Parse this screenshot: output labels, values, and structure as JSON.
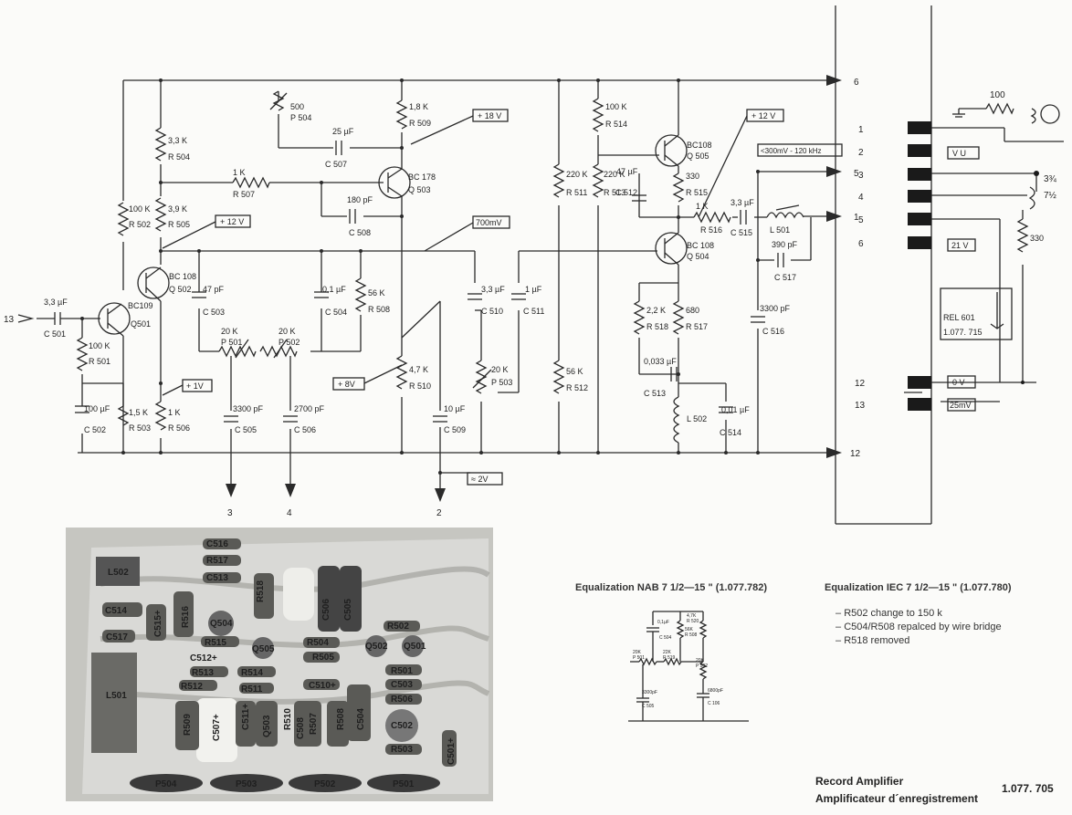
{
  "connector_pins": {
    "pins": [
      {
        "number": "1",
        "label": ""
      },
      {
        "number": "2",
        "label": "V U"
      },
      {
        "number": "3",
        "label": ""
      },
      {
        "number": "4",
        "label": ""
      },
      {
        "number": "5",
        "label": ""
      },
      {
        "number": "6",
        "label": "21 V"
      },
      {
        "number": "12",
        "label": "0 V"
      },
      {
        "number": "13",
        "label": "25mV"
      }
    ],
    "speed_labels": [
      "3¾",
      "7½"
    ],
    "resistor_value": "330",
    "input_resistor": "100"
  },
  "relay": {
    "name": "REL 601",
    "part": "1.077. 715"
  },
  "voltage_tags": {
    "plus18": "+ 18 V",
    "plus12a": "+ 12 V",
    "plus12b": "+ 12 V",
    "mv700": "700mV",
    "plus1": "+ 1V",
    "plus8": "+ 8V",
    "bias": "<300mV - 120 kHz",
    "dc2": "≈ 2V"
  },
  "transistors": [
    {
      "name": "BC109",
      "ref": "Q501"
    },
    {
      "name": "BC 108",
      "ref": "Q 502"
    },
    {
      "name": "BC 178",
      "ref": "Q 503"
    },
    {
      "name": "BC108",
      "ref": "Q 505"
    },
    {
      "name": "BC 108",
      "ref": "Q 504"
    }
  ],
  "resistors": [
    {
      "value": "3,3 K",
      "ref": "R 504"
    },
    {
      "value": "3,9 K",
      "ref": "R 505"
    },
    {
      "value": "100 K",
      "ref": "R 502"
    },
    {
      "value": "100 K",
      "ref": "R 501"
    },
    {
      "value": "1,5 K",
      "ref": "R 503"
    },
    {
      "value": "1 K",
      "ref": "R 506"
    },
    {
      "value": "1 K",
      "ref": "R 507"
    },
    {
      "value": "1,8 K",
      "ref": "R 509"
    },
    {
      "value": "56 K",
      "ref": "R 508"
    },
    {
      "value": "4,7 K",
      "ref": "R 510"
    },
    {
      "value": "220 K",
      "ref": "R 511"
    },
    {
      "value": "56 K",
      "ref": "R 512"
    },
    {
      "value": "100 K",
      "ref": "R 514"
    },
    {
      "value": "220 K",
      "ref": "R 513"
    },
    {
      "value": "330",
      "ref": "R 515"
    },
    {
      "value": "1 K",
      "ref": "R 516"
    },
    {
      "value": "2,2 K",
      "ref": "R 518"
    },
    {
      "value": "680",
      "ref": "R 517"
    }
  ],
  "potentiometers": [
    {
      "value": "500",
      "ref": "P 504"
    },
    {
      "value": "20 K",
      "ref": "P 501"
    },
    {
      "value": "20 K",
      "ref": "P 502"
    },
    {
      "value": "20 K",
      "ref": "P 503"
    }
  ],
  "capacitors": [
    {
      "value": "3,3 µF",
      "ref": "C 501"
    },
    {
      "value": "100 µF",
      "ref": "C 502"
    },
    {
      "value": "47 pF",
      "ref": "C 503"
    },
    {
      "value": "0,1 µF",
      "ref": "C 504"
    },
    {
      "value": "3300 pF",
      "ref": "C 505"
    },
    {
      "value": "2700 pF",
      "ref": "C 506"
    },
    {
      "value": "25 µF",
      "ref": "C 507"
    },
    {
      "value": "180 pF",
      "ref": "C 508"
    },
    {
      "value": "10 µF",
      "ref": "C 509"
    },
    {
      "value": "3,3 µF",
      "ref": "C 510"
    },
    {
      "value": "1 µF",
      "ref": "C 511"
    },
    {
      "value": "47 µF",
      "ref": "C 512"
    },
    {
      "value": "0,033 µF",
      "ref": "C 513"
    },
    {
      "value": "0,01 µF",
      "ref": "C 514"
    },
    {
      "value": "3,3 µF",
      "ref": "C 515"
    },
    {
      "value": "3300 pF",
      "ref": "C 516"
    },
    {
      "value": "390 pF",
      "ref": "C 517"
    }
  ],
  "inductors": [
    {
      "ref": "L 501"
    },
    {
      "ref": "L 502"
    }
  ],
  "node_labels": {
    "n6": "6",
    "n5": "5",
    "n1": "1",
    "n12": "12",
    "n13": "13",
    "n3": "3",
    "n4": "4",
    "n2": "2"
  },
  "photo_labels": [
    "C516",
    "R517",
    "L502",
    "C513",
    "R518",
    "C506",
    "C505",
    "C514",
    "C515+",
    "R516",
    "Q504",
    "C517",
    "R515",
    "Q505",
    "C512+",
    "R513",
    "R514",
    "R512",
    "R511",
    "L501",
    "R509",
    "C507+",
    "C511+",
    "Q503",
    "R510",
    "C508",
    "R507",
    "R508",
    "C504",
    "R502",
    "R504",
    "Q502",
    "Q501",
    "R505",
    "C510+",
    "R501",
    "C503",
    "R506",
    "C502",
    "R503",
    "C501+",
    "P504",
    "P503",
    "P502",
    "P501"
  ],
  "equalization": {
    "nab_title": "Equalization NAB 7 1/2—15 \" (1.077.782)",
    "iec_title": "Equalization IEC 7 1/2—15 \" (1.077.780)",
    "iec_changes": [
      "R502 change to 150 k",
      "C504/R508 repalced by wire bridge",
      "R518 removed"
    ],
    "mini_labels": [
      "0,1µF",
      "C 504",
      "4,7K",
      "R 520",
      "56K",
      "R 508",
      "20K",
      "P 501",
      "22K",
      "R 519",
      "20K",
      "P 502",
      "3300pF",
      "C 505",
      "6800pF",
      "C 106"
    ]
  },
  "title_block": {
    "title_en": "Record Amplifier",
    "title_fr": "Amplificateur d´enregistrement",
    "doc_number": "1.077. 705"
  }
}
